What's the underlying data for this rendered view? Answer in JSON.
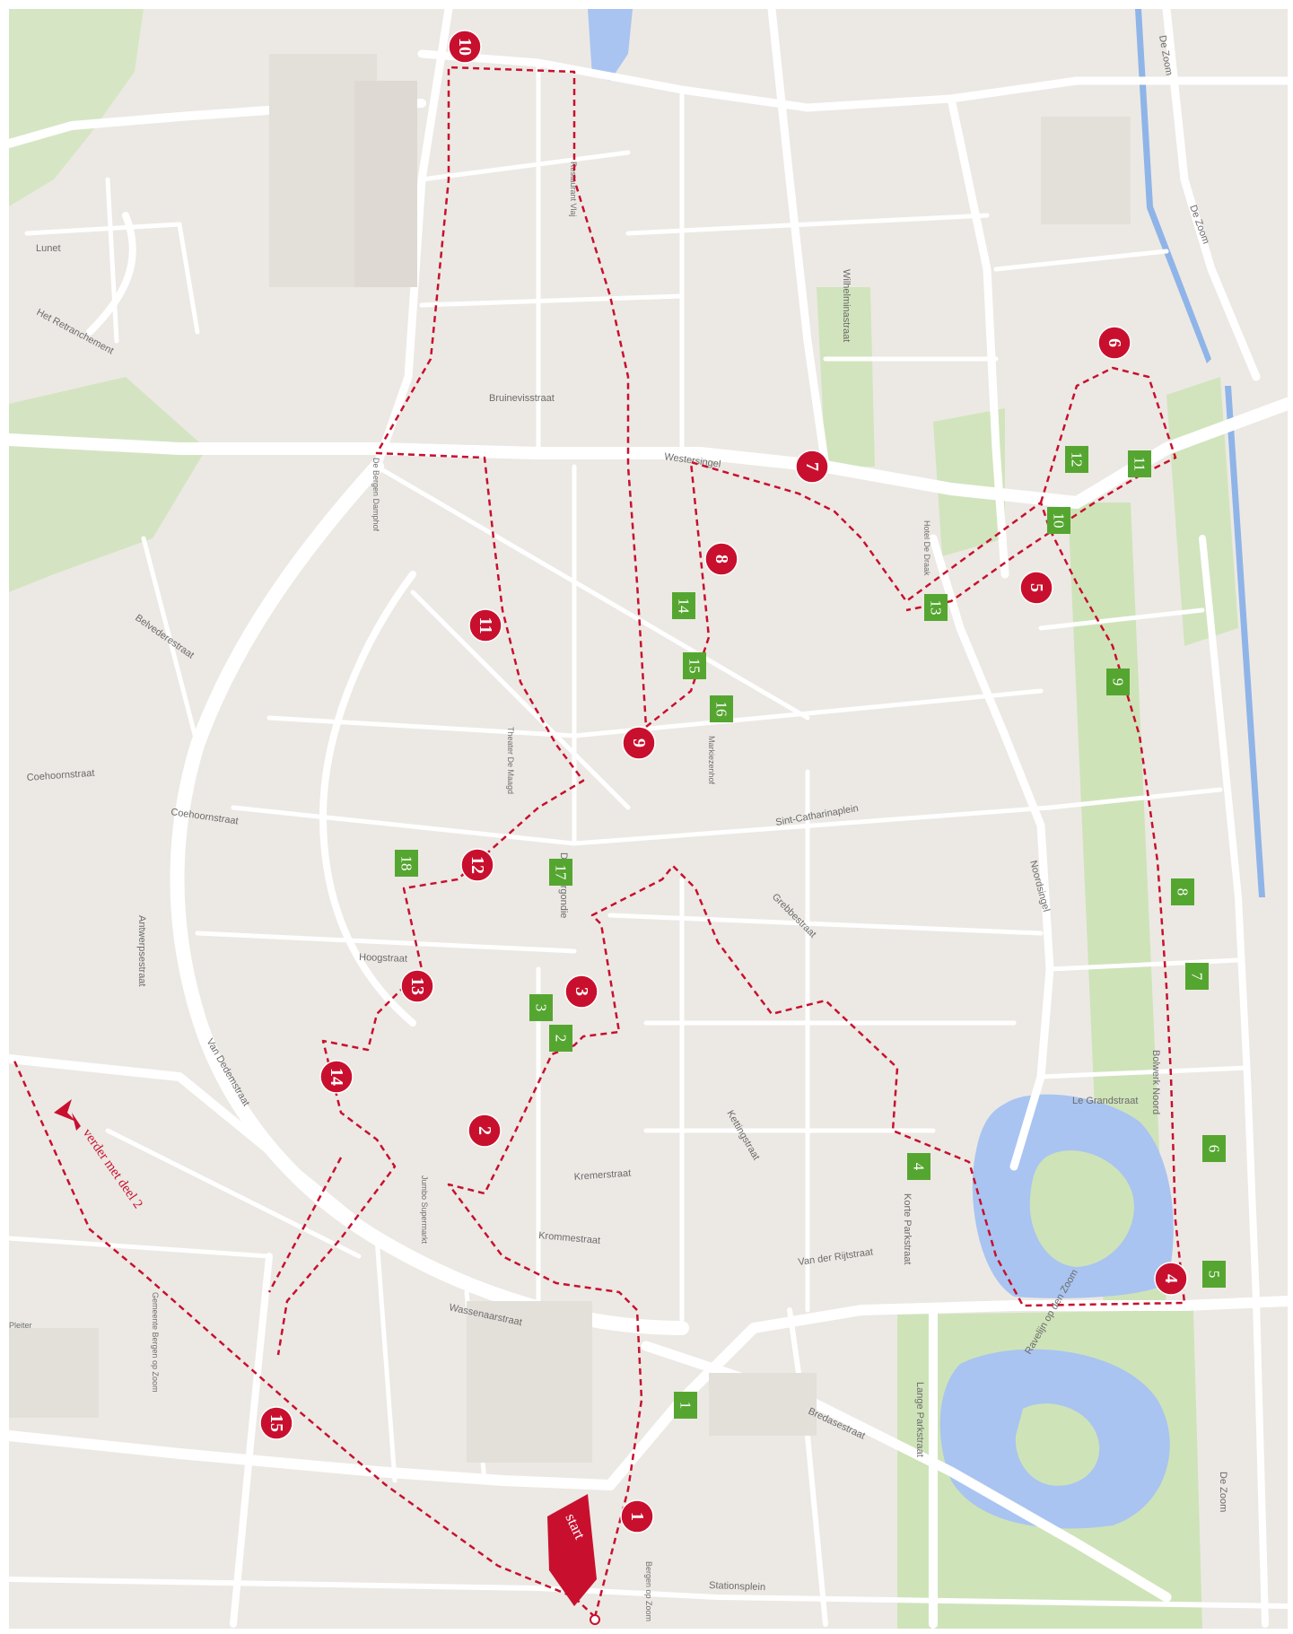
{
  "colors": {
    "background": "#ece9e4",
    "road": "#ffffff",
    "park": "#cfe3b9",
    "water": "#a9c4f0",
    "route": "#c8102e",
    "marker_red": "#c8102e",
    "marker_green": "#55a630"
  },
  "streets": [
    {
      "id": "westersingel",
      "text": "Westersingel"
    },
    {
      "id": "de-zoom-top",
      "text": "De Zoom"
    },
    {
      "id": "de-zoom-mid",
      "text": "De Zoom"
    },
    {
      "id": "de-zoom-bottom",
      "text": "De Zoom"
    },
    {
      "id": "bruinevisstraat",
      "text": "Bruinevisstraat"
    },
    {
      "id": "coehoornstraat-1",
      "text": "Coehoornstraat"
    },
    {
      "id": "coehoornstraat-2",
      "text": "Coehoornstraat"
    },
    {
      "id": "wassenaarstraat",
      "text": "Wassenaarstraat"
    },
    {
      "id": "bredasestraat",
      "text": "Bredasestraat"
    },
    {
      "id": "stationsplein",
      "text": "Stationsplein"
    },
    {
      "id": "hoogstraat",
      "text": "Hoogstraat"
    },
    {
      "id": "le-grandstraat",
      "text": "Le Grandstraat"
    },
    {
      "id": "noordsingel",
      "text": "Noordsingel"
    },
    {
      "id": "belvederestraat",
      "text": "Belvederestraat"
    },
    {
      "id": "antwerpsestraat",
      "text": "Antwerpsestraat"
    },
    {
      "id": "van-dedemstraat",
      "text": "Van Dedemstraat"
    },
    {
      "id": "lunet",
      "text": "Lunet"
    },
    {
      "id": "kremerstraat",
      "text": "Kremerstraat"
    },
    {
      "id": "krommestraat",
      "text": "Krommestraat"
    },
    {
      "id": "lange-parkstraat",
      "text": "Lange Parkstraat"
    },
    {
      "id": "korte-parkstraat",
      "text": "Korte Parkstraat"
    },
    {
      "id": "van-der-rijtstraat",
      "text": "Van der Rijtstraat"
    },
    {
      "id": "ravelijn",
      "text": "Ravelijn op den Zoom"
    },
    {
      "id": "kettingstraat",
      "text": "Kettingstraat"
    },
    {
      "id": "grebbe",
      "text": "Grebbestraat"
    },
    {
      "id": "de-bourgondie",
      "text": "De Bourgondie"
    },
    {
      "id": "boulevard",
      "text": "Bolwerk Noord"
    },
    {
      "id": "wilhelminastraat",
      "text": "Wilhelminastraat"
    },
    {
      "id": "het-retranchement",
      "text": "Het Retranchement"
    },
    {
      "id": "beursplein",
      "text": "Sint-Catharinaplein"
    }
  ],
  "pois": [
    {
      "id": "theater",
      "text": "Theater De Maagd"
    },
    {
      "id": "jumbo",
      "text": "Jumbo Supermarkt"
    },
    {
      "id": "pleiter",
      "text": "Pleiter"
    },
    {
      "id": "gemeente",
      "text": "Gemeente Bergen op Zoom"
    },
    {
      "id": "bergen-op-zoom",
      "text": "Bergen op Zoom"
    },
    {
      "id": "de-bergen",
      "text": "De Bergen Damphof"
    },
    {
      "id": "markiezenhof",
      "text": "Markiezenhof"
    },
    {
      "id": "hotel",
      "text": "Hotel De Draak"
    },
    {
      "id": "restaurant",
      "text": "Restaurant Vlaj"
    }
  ],
  "route_markers": [
    {
      "id": "m1",
      "text": "1"
    },
    {
      "id": "m2",
      "text": "2"
    },
    {
      "id": "m3",
      "text": "3"
    },
    {
      "id": "m4",
      "text": "4"
    },
    {
      "id": "m5",
      "text": "5"
    },
    {
      "id": "m6",
      "text": "6"
    },
    {
      "id": "m7",
      "text": "7"
    },
    {
      "id": "m8",
      "text": "8"
    },
    {
      "id": "m9",
      "text": "9"
    },
    {
      "id": "m10",
      "text": "10"
    },
    {
      "id": "m11",
      "text": "11"
    },
    {
      "id": "m12",
      "text": "12"
    },
    {
      "id": "m13",
      "text": "13"
    },
    {
      "id": "m14",
      "text": "14"
    },
    {
      "id": "m15",
      "text": "15"
    }
  ],
  "green_markers": [
    {
      "id": "g1",
      "text": "1"
    },
    {
      "id": "g2",
      "text": "2"
    },
    {
      "id": "g3",
      "text": "3"
    },
    {
      "id": "g4",
      "text": "4"
    },
    {
      "id": "g5",
      "text": "5"
    },
    {
      "id": "g6",
      "text": "6"
    },
    {
      "id": "g7",
      "text": "7"
    },
    {
      "id": "g8",
      "text": "8"
    },
    {
      "id": "g9",
      "text": "9"
    },
    {
      "id": "g10",
      "text": "10"
    },
    {
      "id": "g11",
      "text": "11"
    },
    {
      "id": "g12",
      "text": "12"
    },
    {
      "id": "g13",
      "text": "13"
    },
    {
      "id": "g14",
      "text": "14"
    },
    {
      "id": "g15",
      "text": "15"
    },
    {
      "id": "g16",
      "text": "16"
    },
    {
      "id": "g17",
      "text": "17"
    },
    {
      "id": "g18",
      "text": "18"
    }
  ],
  "start_label": "start",
  "continue_label": "verder met deel 2"
}
